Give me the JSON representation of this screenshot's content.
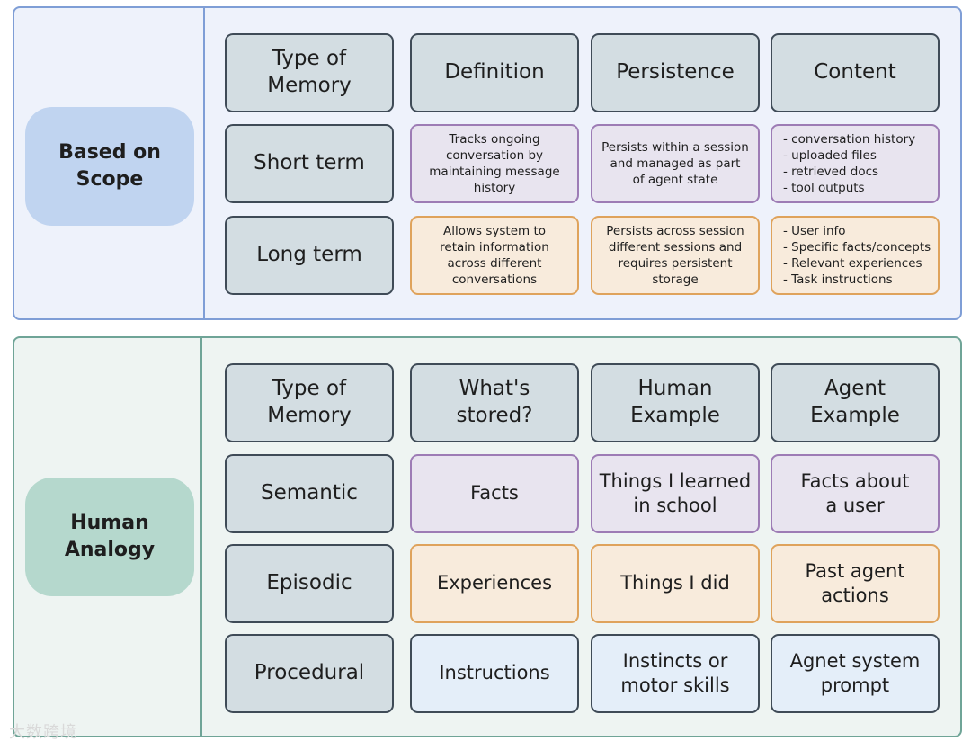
{
  "scope": {
    "category": "Based on\nScope",
    "headers": [
      "Type of\nMemory",
      "Definition",
      "Persistence",
      "Content"
    ],
    "rows": [
      {
        "type": "Short term",
        "definition": "Tracks ongoing\nconversation by\nmaintaining message\nhistory",
        "persistence": "Persists within a session\nand managed as part\nof agent state",
        "content": "- conversation history\n- uploaded files\n- retrieved docs\n- tool outputs"
      },
      {
        "type": "Long term",
        "definition": "Allows system to\nretain information\nacross different\nconversations",
        "persistence": "Persists across session\ndifferent sessions and\nrequires persistent\nstorage",
        "content": "- User info\n- Specific facts/concepts\n- Relevant experiences\n- Task instructions"
      }
    ]
  },
  "analogy": {
    "category": "Human\nAnalogy",
    "headers": [
      "Type of\nMemory",
      "What's\nstored?",
      "Human\nExample",
      "Agent\nExample"
    ],
    "rows": [
      {
        "type": "Semantic",
        "stored": "Facts",
        "human": "Things I learned\nin school",
        "agent": "Facts about\na user"
      },
      {
        "type": "Episodic",
        "stored": "Experiences",
        "human": "Things I did",
        "agent": "Past agent\nactions"
      },
      {
        "type": "Procedural",
        "stored": "Instructions",
        "human": "Instincts or\nmotor skills",
        "agent": "Agnet system\nprompt"
      }
    ]
  },
  "watermark": "大数跨境"
}
